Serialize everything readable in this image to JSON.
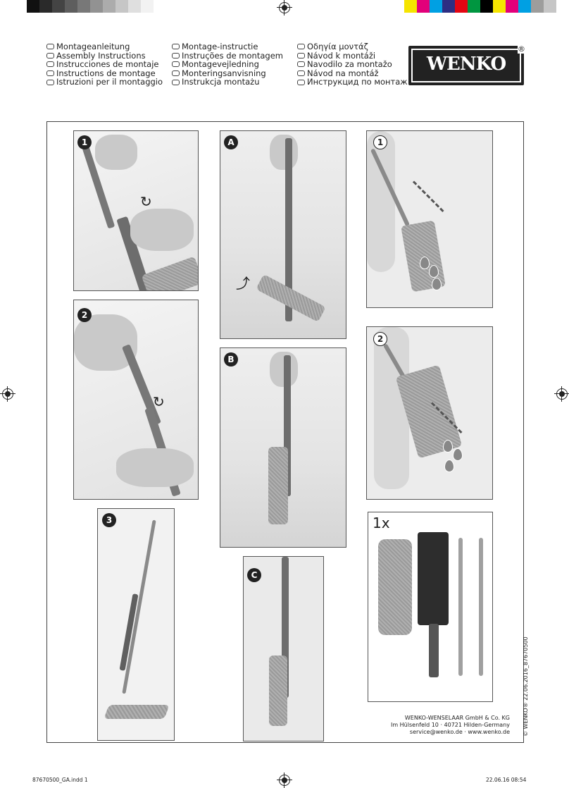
{
  "languages": {
    "col1": [
      "Montageanleitung",
      "Assembly Instructions",
      "Instrucciones de montaje",
      "Instructions de montage",
      "Istruzioni per il montaggio"
    ],
    "col2": [
      "Montage-instructie",
      "Instruções de montagem",
      "Montagevejledning",
      "Monteringsanvisning",
      "Instrukcja montażu"
    ],
    "col3": [
      "Οδηγία μοντάζ",
      "Návod k montáži",
      "Navodilo za montažo",
      "Návod na montáž",
      "Инструкцид по монтаж"
    ]
  },
  "logo": {
    "word": "WENKO",
    "reg": "®"
  },
  "steps": {
    "p1": "1",
    "p2": "2",
    "p3": "3",
    "pA": "A",
    "pB": "B",
    "pC": "C",
    "w1": "1",
    "w2": "2",
    "kit": "1x"
  },
  "company": {
    "name": "WENKO-WENSELAAR GmbH & Co. KG",
    "address": "Im Hülsenfeld 10 · 40721 Hilden-Germany",
    "contact": "service@wenko.de · www.wenko.de"
  },
  "copyright": "© WENKO®  22.06.2016_87670500",
  "footer": {
    "file": "87670500_GA.indd   1",
    "date": "22.06.16   08:54"
  },
  "colors": {
    "greyscale": [
      "#111111",
      "#2a2a2a",
      "#444444",
      "#5e5e5e",
      "#787878",
      "#929292",
      "#acacac",
      "#c6c6c6",
      "#dfdfdf",
      "#f2f2f2"
    ],
    "process": [
      "#f5e400",
      "#e2007a",
      "#00a0e3",
      "#2d2e83",
      "#e30613",
      "#009640",
      "#000000",
      "#f5e400",
      "#e2007a",
      "#00a0e3",
      "#9d9d9c",
      "#c6c6c6"
    ]
  }
}
